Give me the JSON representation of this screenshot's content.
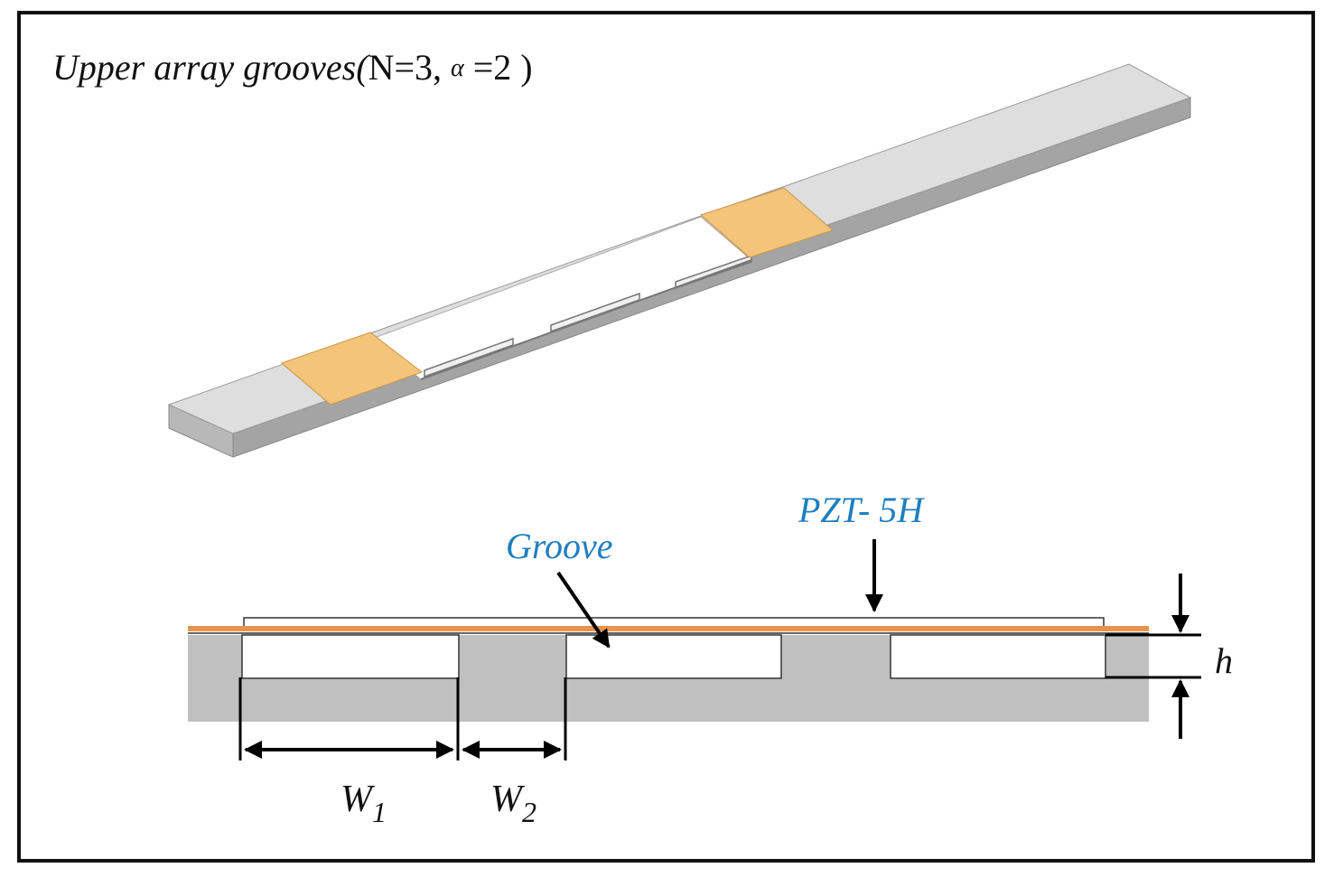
{
  "title": {
    "prefix": "Upper array grooves(",
    "n_text": "N=3, ",
    "alpha_symbol": "α",
    "suffix": " =2 )"
  },
  "labels": {
    "pzt": "PZT- 5H",
    "groove": "Groove",
    "h": "h",
    "w1_base": "W",
    "w1_sub": "1",
    "w2_base": "W",
    "w2_sub": "2"
  },
  "colors": {
    "frame": "#111111",
    "beam_top": "#dcdcdc",
    "beam_side": "#a9a9a9",
    "beam_front": "#c4c4c4",
    "pzt_patch": "#f4c47a",
    "pzt_layer": "#e8954a",
    "section_gray": "#c0c0c0",
    "label_blue": "#1f7fc0",
    "arrow": "#000000"
  }
}
